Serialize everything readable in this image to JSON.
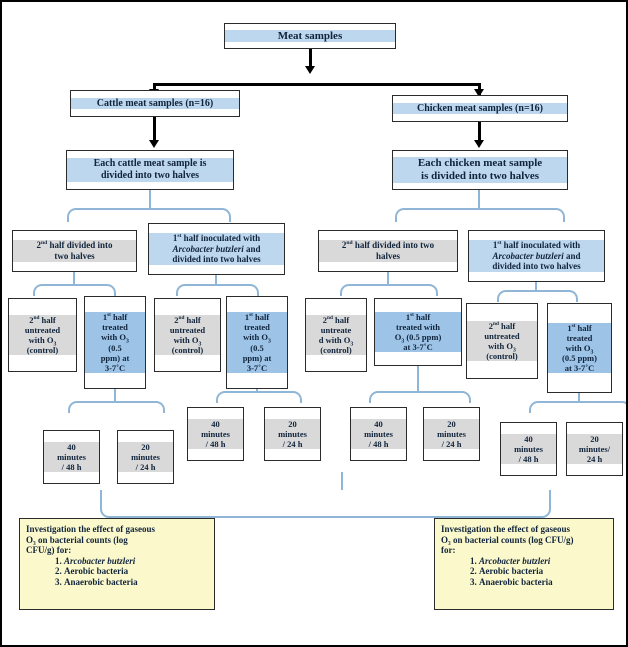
{
  "diagram": {
    "title": "Experimental design flowchart: gaseous ozone treatment of meat samples",
    "colors": {
      "light_blue": "#bdd7ee",
      "medium_blue": "#9dc3e6",
      "grey": "#d9d9d9",
      "yellow": "#fbf8cc",
      "connector_blue": "#8fb6d6",
      "arrow_black": "#000000"
    }
  },
  "root": {
    "label": "Meat samples"
  },
  "level1": {
    "cattle": {
      "label": "Cattle meat samples (n=16)"
    },
    "chicken": {
      "label": "Chicken meat samples (n=16)"
    }
  },
  "level2": {
    "cattle_split": {
      "line1": "Each cattle meat sample is",
      "line2": "divided into two halves"
    },
    "chicken_split": {
      "line1": "Each chicken meat sample",
      "line2": "is divided into two halves"
    }
  },
  "level3": {
    "cattle_second_half": {
      "line1": "2",
      "sup1": "nd",
      "line2": " half divided into",
      "line3": "two halves"
    },
    "cattle_first_half": {
      "line1": "1",
      "sup1": "st",
      "line2": " half inoculated with",
      "line3": "Arcobacter butzleri",
      "line4": " and",
      "line5": "divided into two halves"
    },
    "chicken_second_half": {
      "line1": "2",
      "sup1": "nd",
      "line2": " half divided into two",
      "line3": "halves"
    },
    "chicken_first_half": {
      "line1": "1",
      "sup1": "st",
      "line2": " half inoculated with",
      "line3": "Arcobacter butzleri",
      "line4": " and",
      "line5": "divided into two halves"
    }
  },
  "level4": [
    {
      "id": "cattle-2nd-control",
      "kind": "grey",
      "lines": [
        "2|nd| half",
        "untreated",
        "with O₃",
        "(control)"
      ]
    },
    {
      "id": "cattle-2nd-treated",
      "kind": "blue2",
      "lines": [
        "1|st| half",
        "treated",
        "with O₃",
        "(0.5",
        "ppm) at",
        "3-7˚C"
      ]
    },
    {
      "id": "cattle-1st-control",
      "kind": "grey",
      "lines": [
        "2|nd| half",
        "untreated",
        "with O₃",
        "(control)"
      ]
    },
    {
      "id": "cattle-1st-treated",
      "kind": "blue2",
      "lines": [
        "1|st| half",
        "treated",
        "with O₃",
        "(0.5",
        "ppm) at",
        "3-7˚C"
      ]
    },
    {
      "id": "chicken-2nd-control",
      "kind": "grey",
      "lines": [
        "2|nd| half",
        "untreate",
        "d with O₃",
        "(control)"
      ]
    },
    {
      "id": "chicken-2nd-treated",
      "kind": "blue2",
      "lines": [
        "1|st| half",
        "treated with",
        "O₃ (0.5 ppm)",
        "at 3-7˚C"
      ]
    },
    {
      "id": "chicken-1st-control",
      "kind": "grey",
      "lines": [
        "2|nd| half",
        "untreated",
        "with O₃",
        "(control)"
      ]
    },
    {
      "id": "chicken-1st-treated",
      "kind": "blue2",
      "lines": [
        "1|st| half",
        "treated",
        "with O₃",
        "(0.5 ppm)",
        "at 3-7˚C"
      ]
    }
  ],
  "level5": [
    {
      "id": "cattle-2nd-40",
      "lines": [
        "40",
        "minutes",
        "/ 48 h"
      ]
    },
    {
      "id": "cattle-2nd-20",
      "lines": [
        "20",
        "minutes",
        "/ 24 h"
      ]
    },
    {
      "id": "cattle-1st-40",
      "lines": [
        "40",
        "minutes",
        "/ 48 h"
      ]
    },
    {
      "id": "cattle-1st-20",
      "lines": [
        "20",
        "minutes",
        "/ 24 h"
      ]
    },
    {
      "id": "chicken-2nd-40",
      "lines": [
        "40",
        "minutes",
        "/ 48 h"
      ]
    },
    {
      "id": "chicken-2nd-20",
      "lines": [
        "20",
        "minutes",
        "/ 24 h"
      ]
    },
    {
      "id": "chicken-1st-40",
      "lines": [
        "40",
        "minutes",
        "/ 48 h"
      ]
    },
    {
      "id": "chicken-1st-20",
      "lines": [
        "20",
        "minutes/",
        "24 h"
      ]
    }
  ],
  "outcome_left": {
    "heading_line1": "Investigation the effect of gaseous",
    "heading_line2": "O₃ on bacterial counts (log",
    "heading_line3": "CFU/g) for:",
    "items": [
      "Arcobacter butzleri",
      "Aerobic bacteria",
      "Anaerobic bacteria"
    ]
  },
  "outcome_right": {
    "heading_line1": "Investigation the effect of gaseous",
    "heading_line2": "O₃ on bacterial counts (log CFU/g)",
    "heading_line3": "for:",
    "items": [
      "Arcobacter butzleri",
      "Aerobic bacteria",
      "Anaerobic bacteria"
    ]
  }
}
